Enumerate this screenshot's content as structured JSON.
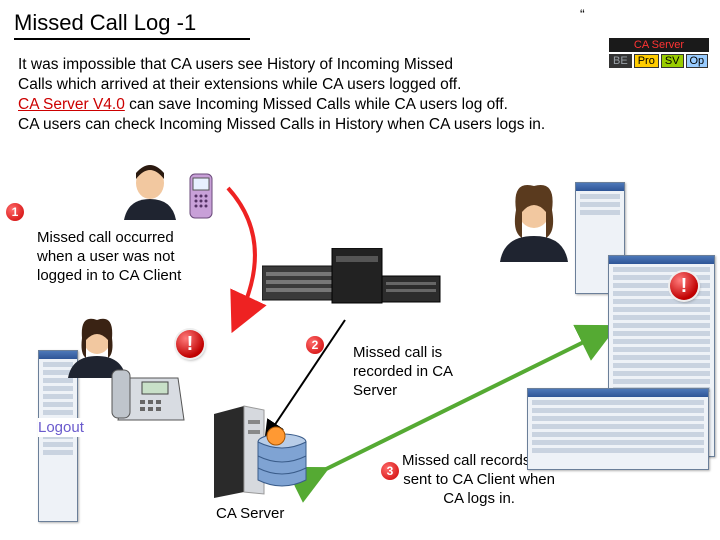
{
  "slide": {
    "title": "Missed Call Log -1",
    "quote_mark": "“"
  },
  "badge": {
    "title": "CA Server",
    "tags": [
      "BE",
      "Pro",
      "SV",
      "Op"
    ],
    "colors": {
      "BE": "#333333",
      "Pro": "#ffcc00",
      "SV": "#99cc00",
      "Op": "#99ccff"
    }
  },
  "intro": {
    "line1": "It was impossible that CA users see History of Incoming Missed",
    "line2": "Calls which arrived at their extensions while CA users logged off.",
    "line3_link": "CA Server V4.0",
    "line3_rest": " can save Incoming Missed Calls while CA users log off.",
    "line4": "CA users can check Incoming Missed Calls in History when CA users logs in."
  },
  "steps": [
    {
      "number": "1",
      "caption_lines": [
        "Missed call occurred",
        "when a user was not",
        "logged in to CA Client"
      ]
    },
    {
      "number": "2",
      "caption_lines": [
        "Missed call is",
        "recorded in CA",
        "Server"
      ]
    },
    {
      "number": "3",
      "caption_lines": [
        "Missed call records are",
        "sent to CA Client when",
        "CA logs in."
      ]
    }
  ],
  "labels": {
    "logout": "Logout",
    "server": "CA Server"
  },
  "colors": {
    "step_red": "#cc0000",
    "arrow_red": "#ee2222",
    "arrow_green": "#55aa33",
    "logout": "#6a5acd"
  },
  "icons": [
    "person-icon",
    "mobile-phone-icon",
    "alert-icon",
    "desk-phone-icon",
    "pbx-icon",
    "server-icon",
    "database-icon"
  ]
}
